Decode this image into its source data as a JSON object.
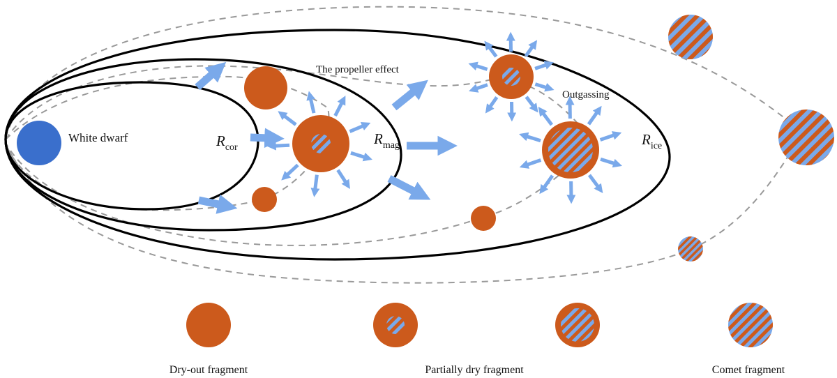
{
  "colors": {
    "white_dwarf": "#3a6fcc",
    "rock": "#cc5a1c",
    "ice": "#7aa9ea",
    "arrow": "#7aa9ea",
    "boundary": "#000000",
    "orbit": "#999999"
  },
  "labels": {
    "white_dwarf": "White dwarf",
    "propeller": "The propeller effect",
    "outgassing": "Outgassing",
    "r_cor_main": "R",
    "r_cor_sub": "cor",
    "r_mag_main": "R",
    "r_mag_sub": "mag",
    "r_ice_main": "R",
    "r_ice_sub": "ice"
  },
  "legend": [
    {
      "label": "Dry-out fragment",
      "type": "dry"
    },
    {
      "label": "Partially dry fragment",
      "type": "partial-small"
    },
    {
      "label": "",
      "type": "partial-large"
    },
    {
      "label": "Comet fragment",
      "type": "comet"
    }
  ],
  "legend_captions": {
    "dry": "Dry-out fragment",
    "partial": "Partially dry fragment",
    "comet": "Comet fragment"
  }
}
